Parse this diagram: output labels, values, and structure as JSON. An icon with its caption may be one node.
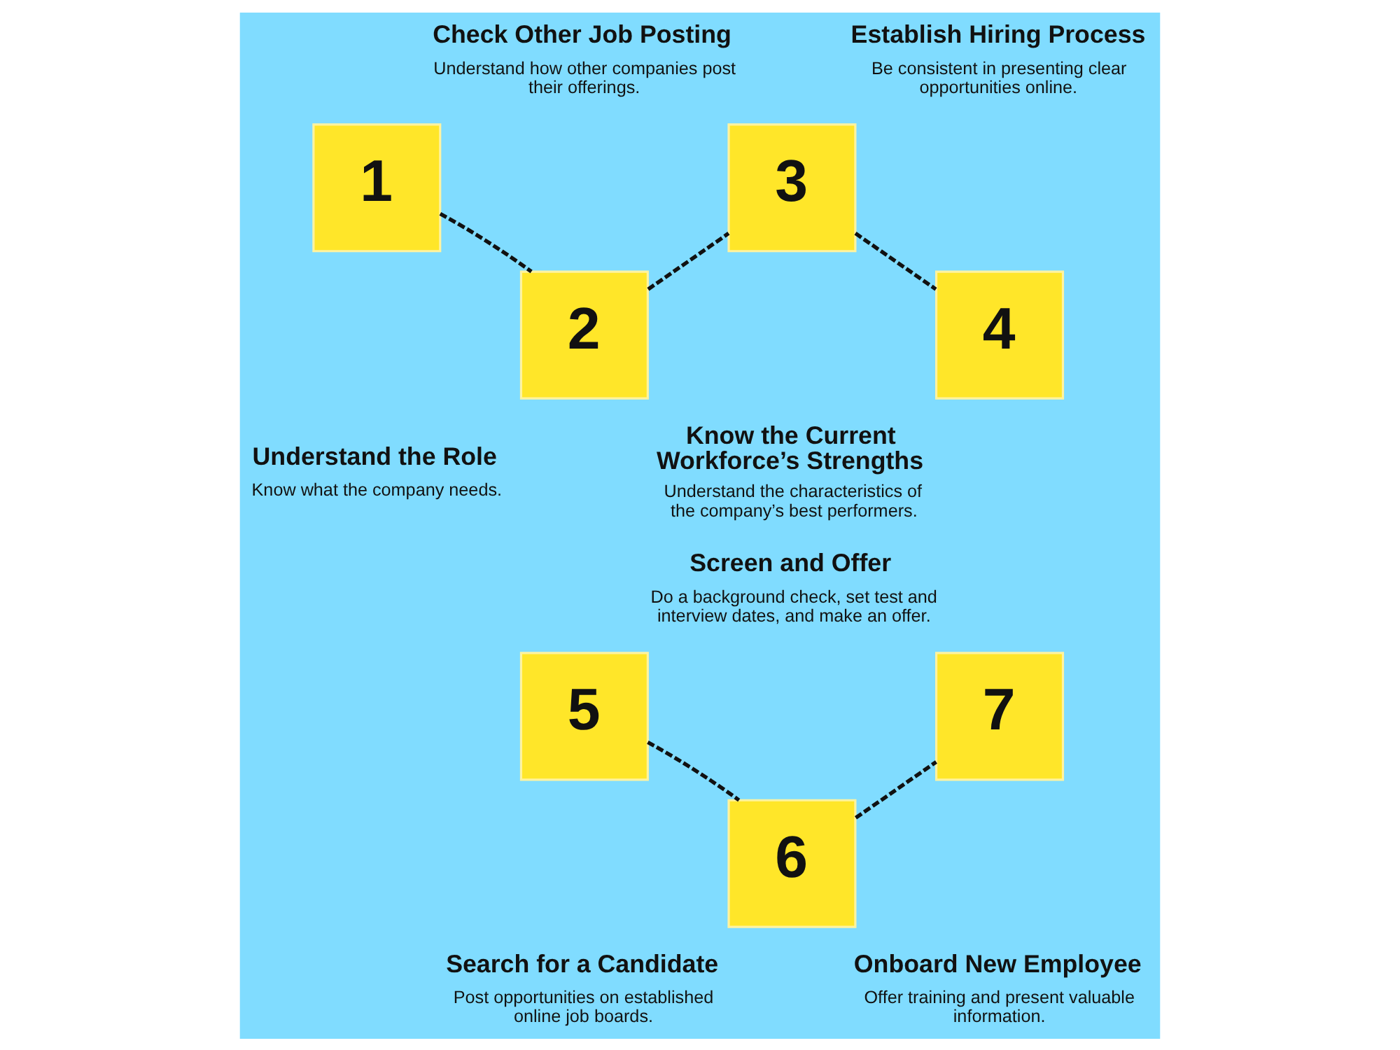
{
  "diagram": {
    "nodes": [
      {
        "text": [
          "1"
        ],
        "beside": [
          "Understand the Role",
          "Know what the company needs."
        ]
      },
      {
        "text": [
          "2"
        ],
        "beside": [
          "Check Other Job Posting",
          "Understand how other companies post their offerings."
        ]
      },
      {
        "text": [
          "3"
        ],
        "beside": [
          "Know the Current Workforce’s Strengths",
          "Understand the characteristics of the company’s best performers."
        ]
      },
      {
        "text": [
          "4"
        ],
        "beside": [
          "Establish Hiring Process",
          "Be consistent in presenting clear opportunities online."
        ]
      },
      {
        "text": [
          "5"
        ],
        "beside": [
          "Search for a Candidate",
          "Post opportunities on established online job boards."
        ]
      },
      {
        "text": [
          "6"
        ],
        "beside": [
          "Screen and Offer",
          "Do a background check, set test and interview dates, and make an offer."
        ]
      },
      {
        "text": [
          "7"
        ],
        "beside": [
          "Onboard New Employee",
          "Offer training and present valuable information."
        ]
      }
    ],
    "edges": [
      {
        "from": 0,
        "to": 1,
        "arrow": "none",
        "style": "dashed"
      },
      {
        "from": 1,
        "to": 2,
        "arrow": "none",
        "style": "dashed"
      },
      {
        "from": 2,
        "to": 3,
        "arrow": "none",
        "style": "dashed"
      },
      {
        "from": 4,
        "to": 5,
        "arrow": "none",
        "style": "dashed"
      },
      {
        "from": 5,
        "to": 6,
        "arrow": "none",
        "style": "dashed"
      }
    ]
  }
}
